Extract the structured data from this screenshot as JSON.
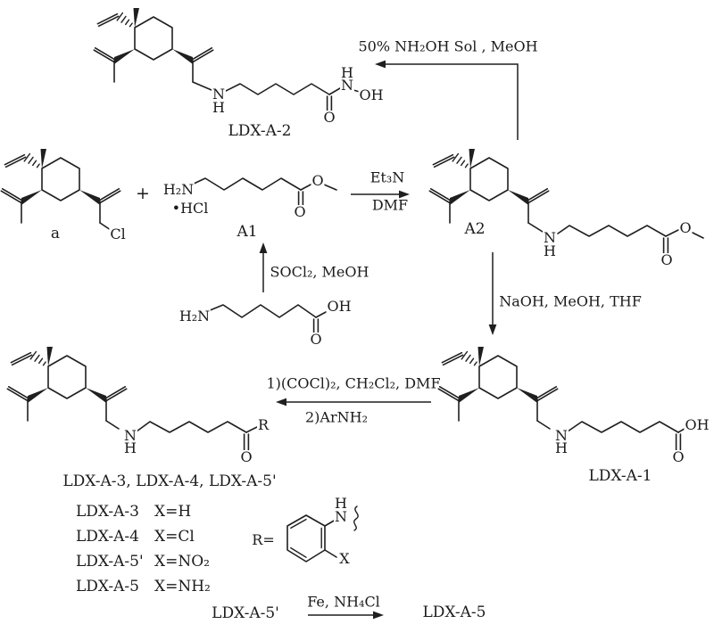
{
  "compounds": {
    "ldx_a_2": "LDX-A-2",
    "a": "a",
    "a1": "A1",
    "a2": "A2",
    "ldx_a_1": "LDX-A-1",
    "ldx_a_345": "LDX-A-3, LDX-A-4, LDX-A-5'",
    "ldx_a_5_prime": "LDX-A-5'",
    "ldx_a_5": "LDX-A-5"
  },
  "reagents": {
    "hydroxylamine": "50% NH₂OH Sol , MeOH",
    "base": "Et₃N",
    "solvent": "DMF",
    "esterification": "SOCl₂, MeOH",
    "hydrolysis": "NaOH, MeOH, THF",
    "amidation_step1": "1)(COCl)₂, CH₂Cl₂, DMF",
    "amidation_step2": "2)ArNH₂",
    "reduction": "Fe, NH₄Cl"
  },
  "operators": {
    "plus": "+"
  },
  "atoms": {
    "N": "N",
    "H": "H",
    "O": "O",
    "OH": "OH",
    "H2N": "H₂N",
    "Cl": "Cl",
    "HCl_salt": "•HCl",
    "R": "R",
    "X": "X",
    "R_eq": "R="
  },
  "substituent_table": [
    {
      "compound": "LDX-A-3",
      "x": "X=H"
    },
    {
      "compound": "LDX-A-4",
      "x": "X=Cl"
    },
    {
      "compound": "LDX-A-5'",
      "x": "X=NO₂"
    },
    {
      "compound": "LDX-A-5",
      "x": "X=NH₂"
    }
  ]
}
